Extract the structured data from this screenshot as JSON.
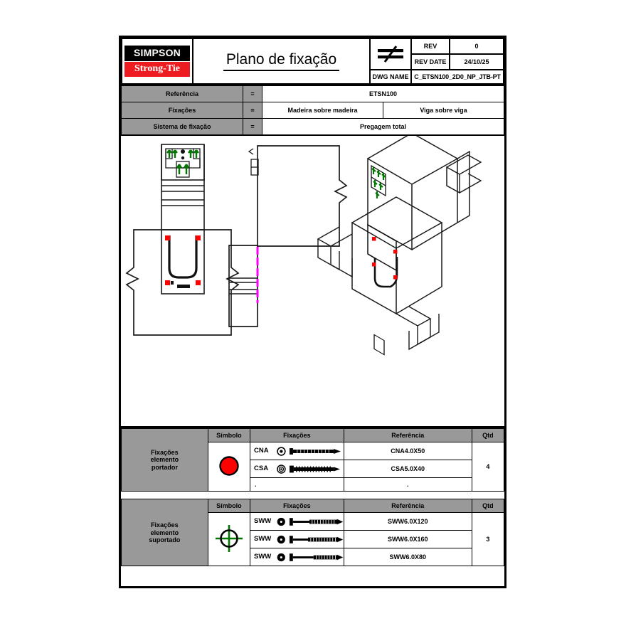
{
  "titleblock": {
    "logo_top": "SIMPSON",
    "logo_bottom": "Strong-Tie",
    "title": "Plano de fixação",
    "projection_icon": "first-angle-projection-icon",
    "rev_label": "REV",
    "rev_value": "0",
    "rev_date_label": "REV DATE",
    "rev_date_value": "24/10/25",
    "dwg_name_label": "DWG NAME",
    "dwg_name_value": "C_ETSN100_2D0_NP_JTB-PT"
  },
  "info": {
    "rows": [
      {
        "label": "Referência",
        "eq": "=",
        "values": [
          "ETSN100"
        ]
      },
      {
        "label": "Fixações",
        "eq": "=",
        "values": [
          "Madeira sobre madeira",
          "Viga sobre viga"
        ]
      },
      {
        "label": "Sistema de fixação",
        "eq": "=",
        "values": [
          "Pregagem total"
        ]
      }
    ]
  },
  "drawing": {
    "views": [
      "front-elevation-view",
      "side-section-view",
      "isometric-exploded-view"
    ],
    "marker_colors": {
      "carrier_fastener": "#ff0000",
      "supported_fastener": "#007700",
      "centerline": "#ff00ff"
    }
  },
  "tables": [
    {
      "group_label": "Fixações\nelemento\nportador",
      "group_label_lines": [
        "Fixações",
        "elemento",
        "portador"
      ],
      "symbol": "red-filled-circle-icon",
      "symbol_color": "#ff0000",
      "headers": {
        "symbol": "Símbolo",
        "fixacoes": "Fixações",
        "referencia": "Referência",
        "qtd": "Qtd"
      },
      "qty": "4",
      "rows": [
        {
          "code": "CNA",
          "head_icon": "single-ring-nail-head-icon",
          "screw_icon": "smooth-shank-nail-icon",
          "referencia": "CNA4.0X50"
        },
        {
          "code": "CSA",
          "head_icon": "double-ring-nail-head-icon",
          "screw_icon": "ring-shank-nail-icon",
          "referencia": "CSA5.0X40"
        },
        {
          "code": ".",
          "head_icon": "",
          "screw_icon": "",
          "referencia": "."
        }
      ]
    },
    {
      "group_label_lines": [
        "Fixações",
        "elemento",
        "suportado"
      ],
      "symbol": "green-crosshair-circle-icon",
      "symbol_color": "#007700",
      "headers": {
        "symbol": "Símbolo",
        "fixacoes": "Fixações",
        "referencia": "Referência",
        "qtd": "Qtd"
      },
      "qty": "3",
      "rows": [
        {
          "code": "SWW",
          "head_icon": "washer-head-icon",
          "screw_icon": "partial-thread-screw-icon",
          "referencia": "SWW6.0X120"
        },
        {
          "code": "SWW",
          "head_icon": "washer-head-icon",
          "screw_icon": "partial-thread-screw-icon",
          "referencia": "SWW6.0X160"
        },
        {
          "code": "SWW",
          "head_icon": "washer-head-icon",
          "screw_icon": "partial-thread-screw-icon",
          "referencia": "SWW6.0X80"
        }
      ]
    }
  ]
}
